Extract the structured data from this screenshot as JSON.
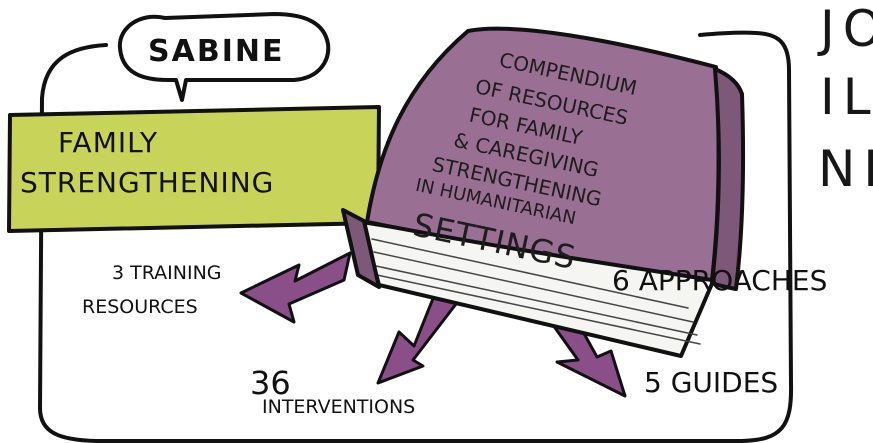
{
  "speaker": {
    "name": "SABINE"
  },
  "topic": {
    "line1": "FAMILY",
    "line2": "STRENGTHENING"
  },
  "book": {
    "title_lines": [
      "COMPENDIUM",
      "OF RESOURCES",
      "FOR FAMILY",
      "& CAREGIVING",
      "STRENGTHENING",
      "IN HUMANITARIAN",
      "SETTINGS"
    ]
  },
  "outputs": {
    "training_line1": "3 TRAINING",
    "training_line2": "RESOURCES",
    "interventions_number": "36",
    "interventions_label": "INTERVENTIONS",
    "guides": "5 GUIDES",
    "approaches": "6 APPROACHES"
  },
  "cutoff_text": {
    "line1": "JO",
    "line2": "IL",
    "line3": "NIT"
  },
  "colors": {
    "book_cover": "#9a6f94",
    "book_cover_dark": "#7d5879",
    "arrow": "#8a4f88",
    "topic_box": "#c8d35a",
    "stroke": "#111111",
    "background": "#ffffff"
  }
}
